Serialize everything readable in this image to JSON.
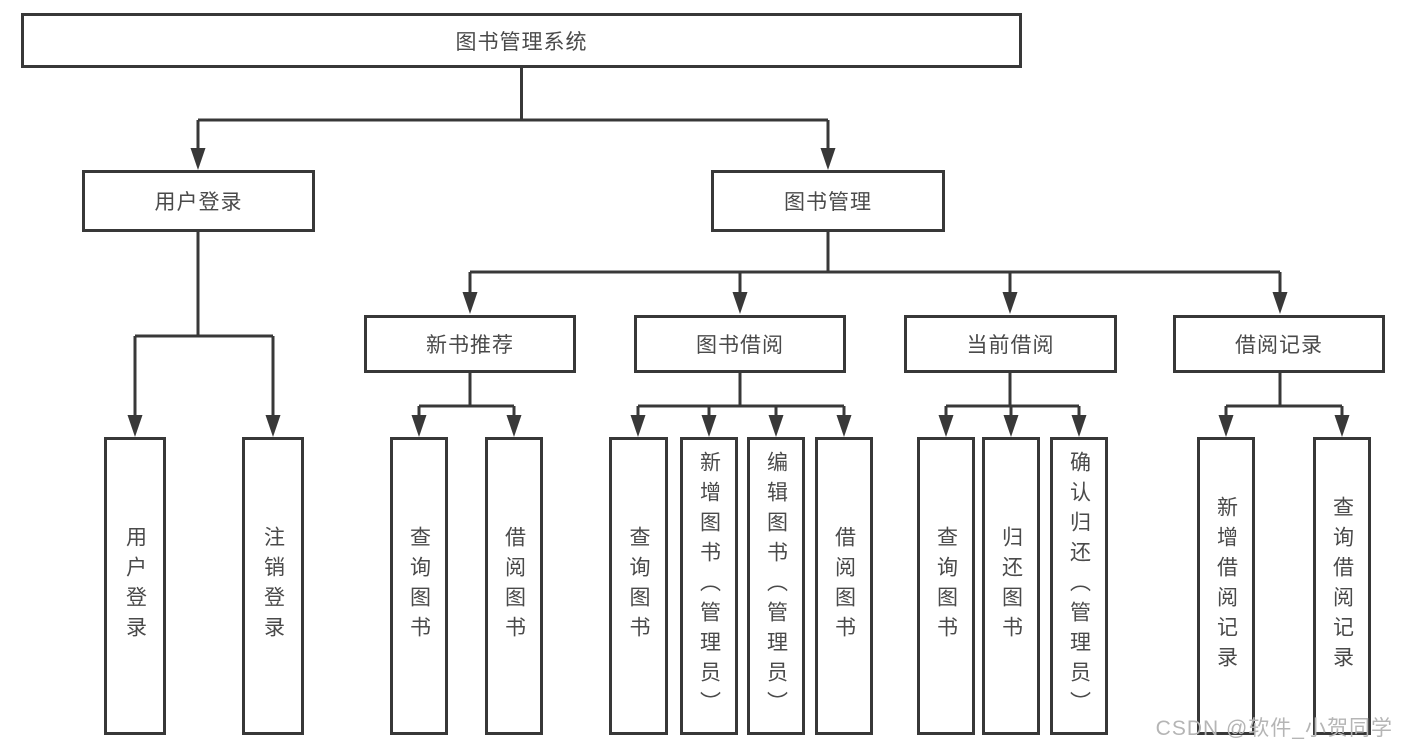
{
  "diagram": {
    "root": "图书管理系统",
    "branches": {
      "user_login": {
        "label": "用户登录",
        "children": [
          "用户登录",
          "注销登录"
        ]
      },
      "book_management": {
        "label": "图书管理",
        "sections": {
          "new_book_recommend": {
            "label": "新书推荐",
            "children": [
              "查询图书",
              "借阅图书"
            ]
          },
          "book_borrow": {
            "label": "图书借阅",
            "children": [
              "查询图书",
              "新增图书（管理员）",
              "编辑图书（管理员）",
              "借阅图书"
            ]
          },
          "current_borrow": {
            "label": "当前借阅",
            "children": [
              "查询图书",
              "归还图书",
              "确认归还（管理员）"
            ]
          },
          "borrow_records": {
            "label": "借阅记录",
            "children": [
              "新增借阅记录",
              "查询借阅记录"
            ]
          }
        }
      }
    },
    "watermark": "CSDN @软件_小贺同学",
    "colors": {
      "line": "#383838",
      "text": "#4a4a4a",
      "watermark": "#b5b5b5",
      "background": "#ffffff"
    }
  }
}
